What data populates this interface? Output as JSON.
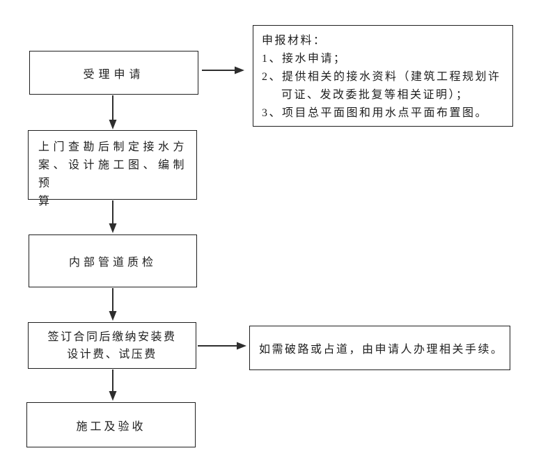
{
  "flowchart": {
    "type": "flowchart",
    "topic": "water-supply-connection-application-process",
    "colors": {
      "background": "#ffffff",
      "box_border": "#1e1e1e",
      "text": "#1e1e1e",
      "arrow": "#2e2e2e"
    },
    "steps": [
      {
        "id": "accept-application",
        "label": "受理申请"
      },
      {
        "id": "site-survey-and-design",
        "lines": [
          "上门查勘后制定接水方",
          "案、设计施工图、编制预",
          "算"
        ]
      },
      {
        "id": "internal-pipeline-inspection",
        "label": "内部管道质检"
      },
      {
        "id": "sign-contract-pay-fees",
        "lines": [
          "签订合同后缴纳安装费",
          "设计费、试压费"
        ]
      },
      {
        "id": "construction-and-acceptance",
        "label": "施工及验收"
      }
    ],
    "annotations": [
      {
        "id": "application-materials",
        "lines": [
          "申报材料：",
          "1、接水申请；",
          "2、提供相关的接水资料（建筑工程规划许",
          "可证、发改委批复等相关证明）；",
          "3、项目总平面图和用水点平面布置图。"
        ]
      },
      {
        "id": "road-work-note",
        "label": "如需破路或占道，由申请人办理相关手续。"
      }
    ],
    "connections": [
      {
        "from": "accept-application",
        "to": "application-materials",
        "direction": "right"
      },
      {
        "from": "accept-application",
        "to": "site-survey-and-design",
        "direction": "down"
      },
      {
        "from": "site-survey-and-design",
        "to": "internal-pipeline-inspection",
        "direction": "down"
      },
      {
        "from": "internal-pipeline-inspection",
        "to": "sign-contract-pay-fees",
        "direction": "down"
      },
      {
        "from": "sign-contract-pay-fees",
        "to": "road-work-note",
        "direction": "right"
      },
      {
        "from": "sign-contract-pay-fees",
        "to": "construction-and-acceptance",
        "direction": "down"
      }
    ]
  }
}
